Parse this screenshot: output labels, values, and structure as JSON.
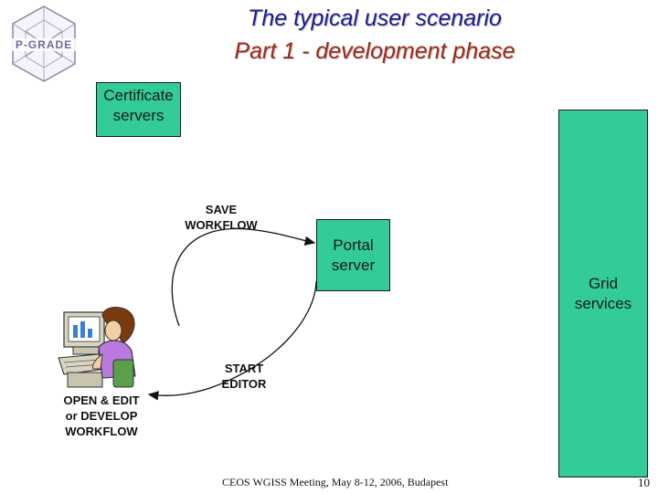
{
  "title": {
    "line1": "The typical user scenario",
    "line2": "Part 1 - development phase"
  },
  "logo": {
    "text": "P-GRADE",
    "icon": "p-grade-logo"
  },
  "nodes": {
    "certificate_servers": {
      "line1": "Certificate",
      "line2": "servers"
    },
    "portal_server": {
      "line1": "Portal",
      "line2": "server"
    },
    "grid_services": {
      "line1": "Grid",
      "line2": "services"
    }
  },
  "arrows": {
    "save_workflow": {
      "line1": "SAVE",
      "line2": "WORKFLOW"
    },
    "start_editor": {
      "line1": "START",
      "line2": "EDITOR"
    },
    "open_edit": {
      "line1": "OPEN & EDIT",
      "line2": "or DEVELOP",
      "line3": "WORKFLOW"
    }
  },
  "user": {
    "icon": "user-at-computer-icon"
  },
  "colors": {
    "box": "#33cc99",
    "title_blue": "#1c1c8c",
    "title_red": "#9a2a1a"
  },
  "footer": {
    "meeting": "CEOS WGISS Meeting, May 8-12, 2006, Budapest",
    "page": "10"
  }
}
